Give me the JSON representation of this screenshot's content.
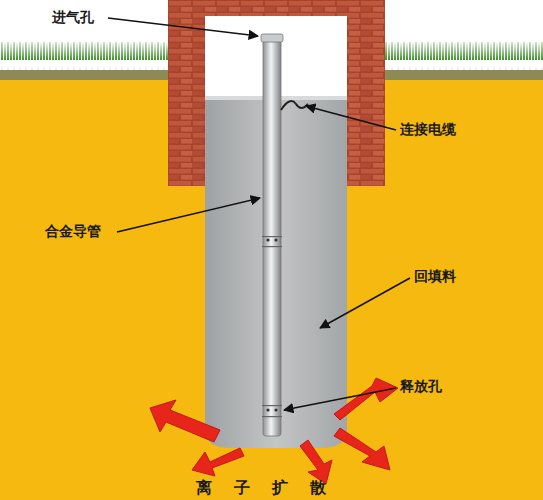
{
  "diagram": {
    "labels": [
      "进气孔",
      "连接电缆",
      "合金导管",
      "回填料",
      "释放孔",
      "离子扩散"
    ]
  }
}
